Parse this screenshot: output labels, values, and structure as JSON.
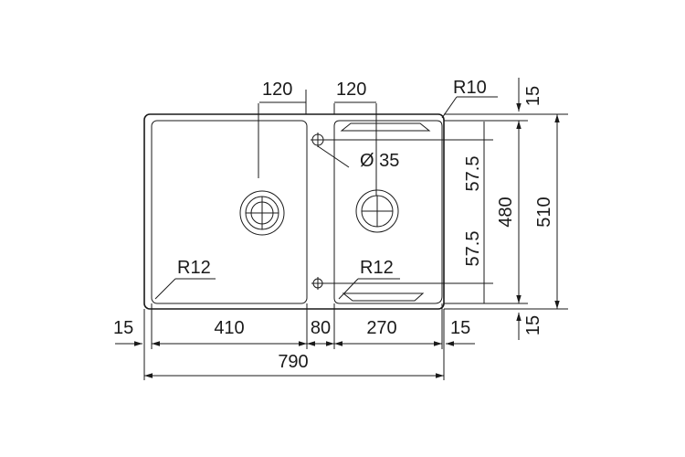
{
  "dimensions": {
    "left_bowl_drain_offset": "120",
    "right_bowl_drain_offset": "120",
    "corner_radius_outer": "R10",
    "top_rim": "15",
    "tap_hole_diameter": "Ø 35",
    "right_upper_offset": "57.5",
    "right_lower_offset": "57.5",
    "bowl_depth": "480",
    "overall_depth": "510",
    "left_bowl_radius": "R12",
    "right_bowl_radius": "R12",
    "left_rim": "15",
    "left_bowl_width": "410",
    "divider_width": "80",
    "right_bowl_width": "270",
    "right_rim": "15",
    "bottom_rim": "15",
    "overall_width": "790"
  }
}
